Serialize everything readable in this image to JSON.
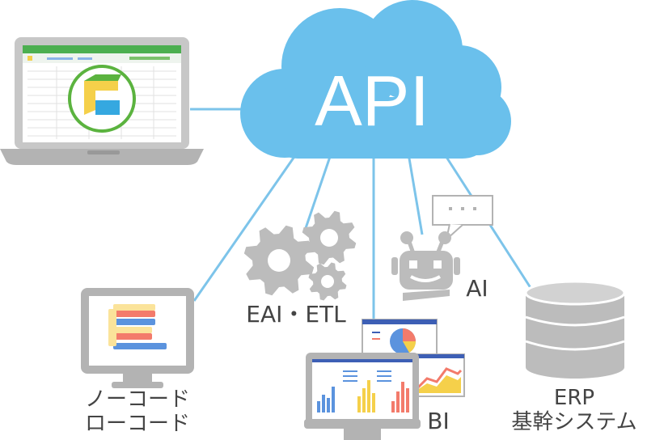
{
  "cloud": {
    "label": "API",
    "color": "#6ac0ec"
  },
  "connector_color": "#7dc4ea",
  "nodes": {
    "laptop": {
      "icon": "laptop-spreadsheet-icon",
      "logo": "app-logo-icon"
    },
    "nocode": {
      "label_line1": "ノーコード",
      "label_line2": "ローコード",
      "icon": "monitor-blocks-icon"
    },
    "eai": {
      "label": "EAI・ETL",
      "icon": "gears-icon"
    },
    "ai": {
      "label": "AI",
      "icon": "robot-icon"
    },
    "bi": {
      "label": "BI",
      "icon": "dashboard-charts-icon"
    },
    "erp": {
      "label_line1": "ERP",
      "label_line2": "基幹システム",
      "icon": "database-icon"
    }
  },
  "colors": {
    "device_gray": "#b3b3b3",
    "gear_gray": "#bcbcbc",
    "text_gray": "#444444",
    "logo_green": "#5bb33f",
    "logo_yellow": "#f5d04a",
    "logo_blue": "#35a8e0",
    "block_red": "#f37b6b",
    "block_yellow": "#fbe39a",
    "block_blue": "#5b93de"
  }
}
